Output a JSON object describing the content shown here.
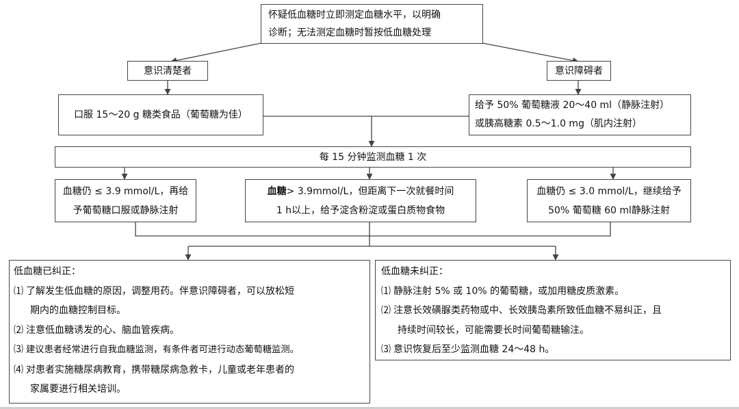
{
  "top": {
    "line1": "怀疑低血糖时立即测定血糖水平，以明确",
    "line2": "诊断；无法测定血糖时暂按低血糖处理"
  },
  "conscious": {
    "label": "意识清楚者",
    "treatment": "口服 15～20 g 糖类食品（葡萄糖为佳）"
  },
  "impaired": {
    "label": "意识障碍者",
    "treatment_line1": "给予 50% 葡萄糖液 20～40 ml（静脉注射）",
    "treatment_line2": "或胰高糖素 0.5～1.0 mg（肌内注射）"
  },
  "monitor": {
    "text": "每 15 分钟监测血糖 1 次"
  },
  "outcomes": {
    "left_line1": "血糖仍 ≤ 3.9 mmol/L，再给",
    "left_line2": "予葡萄糖口服或静脉注射",
    "mid_line1_bold": "血糖",
    "mid_line1_rest": "> 3.9mmol/L，但距离下一次就餐时间",
    "mid_line2": "1 h以上，给予淀含粉淀或蛋白质物食物",
    "right_line1": "血糖仍 ≤ 3.0 mmol/L，继续给予",
    "right_line2": "50% 葡萄糖 60 ml静脉注射"
  },
  "corrected": {
    "title": "低血糖已纠正：",
    "items": [
      {
        "num": "⑴",
        "line1": "了解发生低血糖的原因，调整用药。伴意识障碍者，可以放松短",
        "line2": "期内的血糖控制目标。"
      },
      {
        "num": "⑵",
        "line1": "注意低血糖诱发的心、脑血管疾病。",
        "line2": ""
      },
      {
        "num": "⑶",
        "line1": "建议患者经常进行自我血糖监测，有条件者可进行动态葡萄糖监测。",
        "line2": ""
      },
      {
        "num": "⑷",
        "line1": "对患者实施糖尿病教育，携带糖尿病急救卡，儿童或老年患者的",
        "line2": "家属要进行相关培训。"
      }
    ]
  },
  "not_corrected": {
    "title": "低血糖未纠正：",
    "items": [
      {
        "num": "⑴",
        "line1": "静脉注射 5% 或 10% 的葡萄糖，或加用糖皮质激素。",
        "line2": ""
      },
      {
        "num": "⑵",
        "line1": "注意长效磺脲类药物或中、长效胰岛素所致低血糖不易纠正，且",
        "line2": "持续时间较长，可能需要长时间葡萄糖输注。"
      },
      {
        "num": "⑶",
        "line1": "意识恢复后至少监测血糖 24～48 h。",
        "line2": ""
      }
    ]
  },
  "colors": {
    "line": "#444444",
    "text": "#111111",
    "background": "#ffffff"
  }
}
